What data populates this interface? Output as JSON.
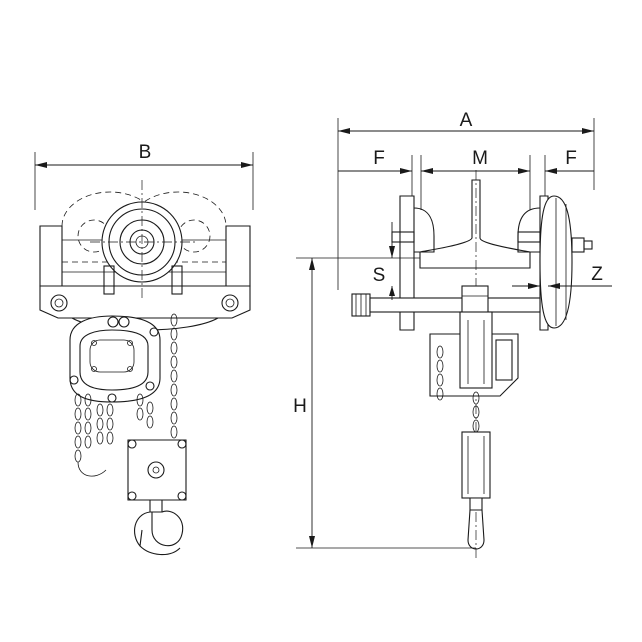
{
  "labels": {
    "A": "A",
    "B": "B",
    "F_left": "F",
    "M": "M",
    "F_right": "F",
    "S": "S",
    "Z": "Z",
    "H": "H"
  }
}
